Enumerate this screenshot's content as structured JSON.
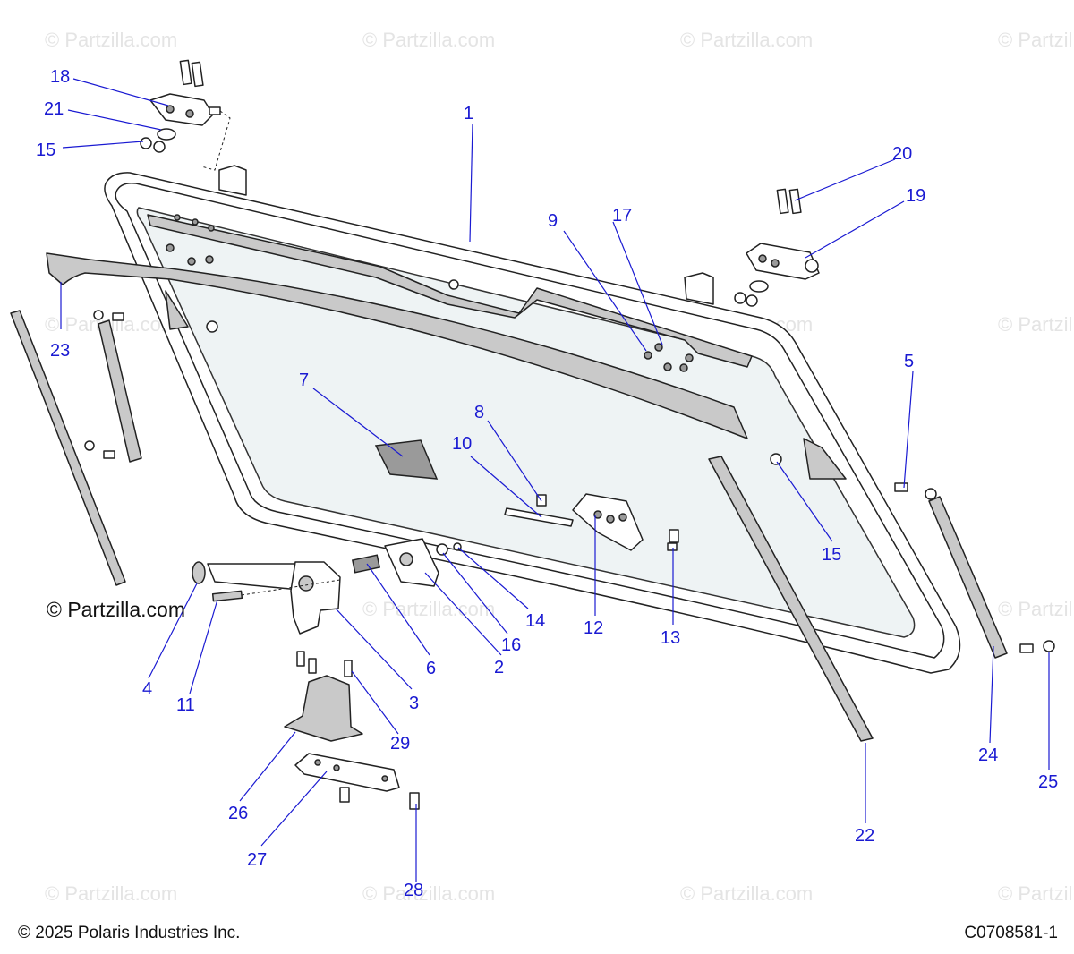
{
  "watermark_text": "© Partzilla.com",
  "brand_label": "© Partzilla.com",
  "copyright": "© 2025 Polaris Industries Inc.",
  "drawing_code": "C0708581-1",
  "callouts": [
    "1",
    "2",
    "3",
    "4",
    "5",
    "6",
    "7",
    "8",
    "9",
    "10",
    "11",
    "12",
    "13",
    "14",
    "15",
    "15",
    "16",
    "17",
    "18",
    "19",
    "20",
    "21",
    "22",
    "23",
    "24",
    "25",
    "26",
    "27",
    "28",
    "29"
  ],
  "colors": {
    "callout": "#1a1ad2",
    "watermark": "#e4e4e4",
    "line_art": "#222222"
  }
}
